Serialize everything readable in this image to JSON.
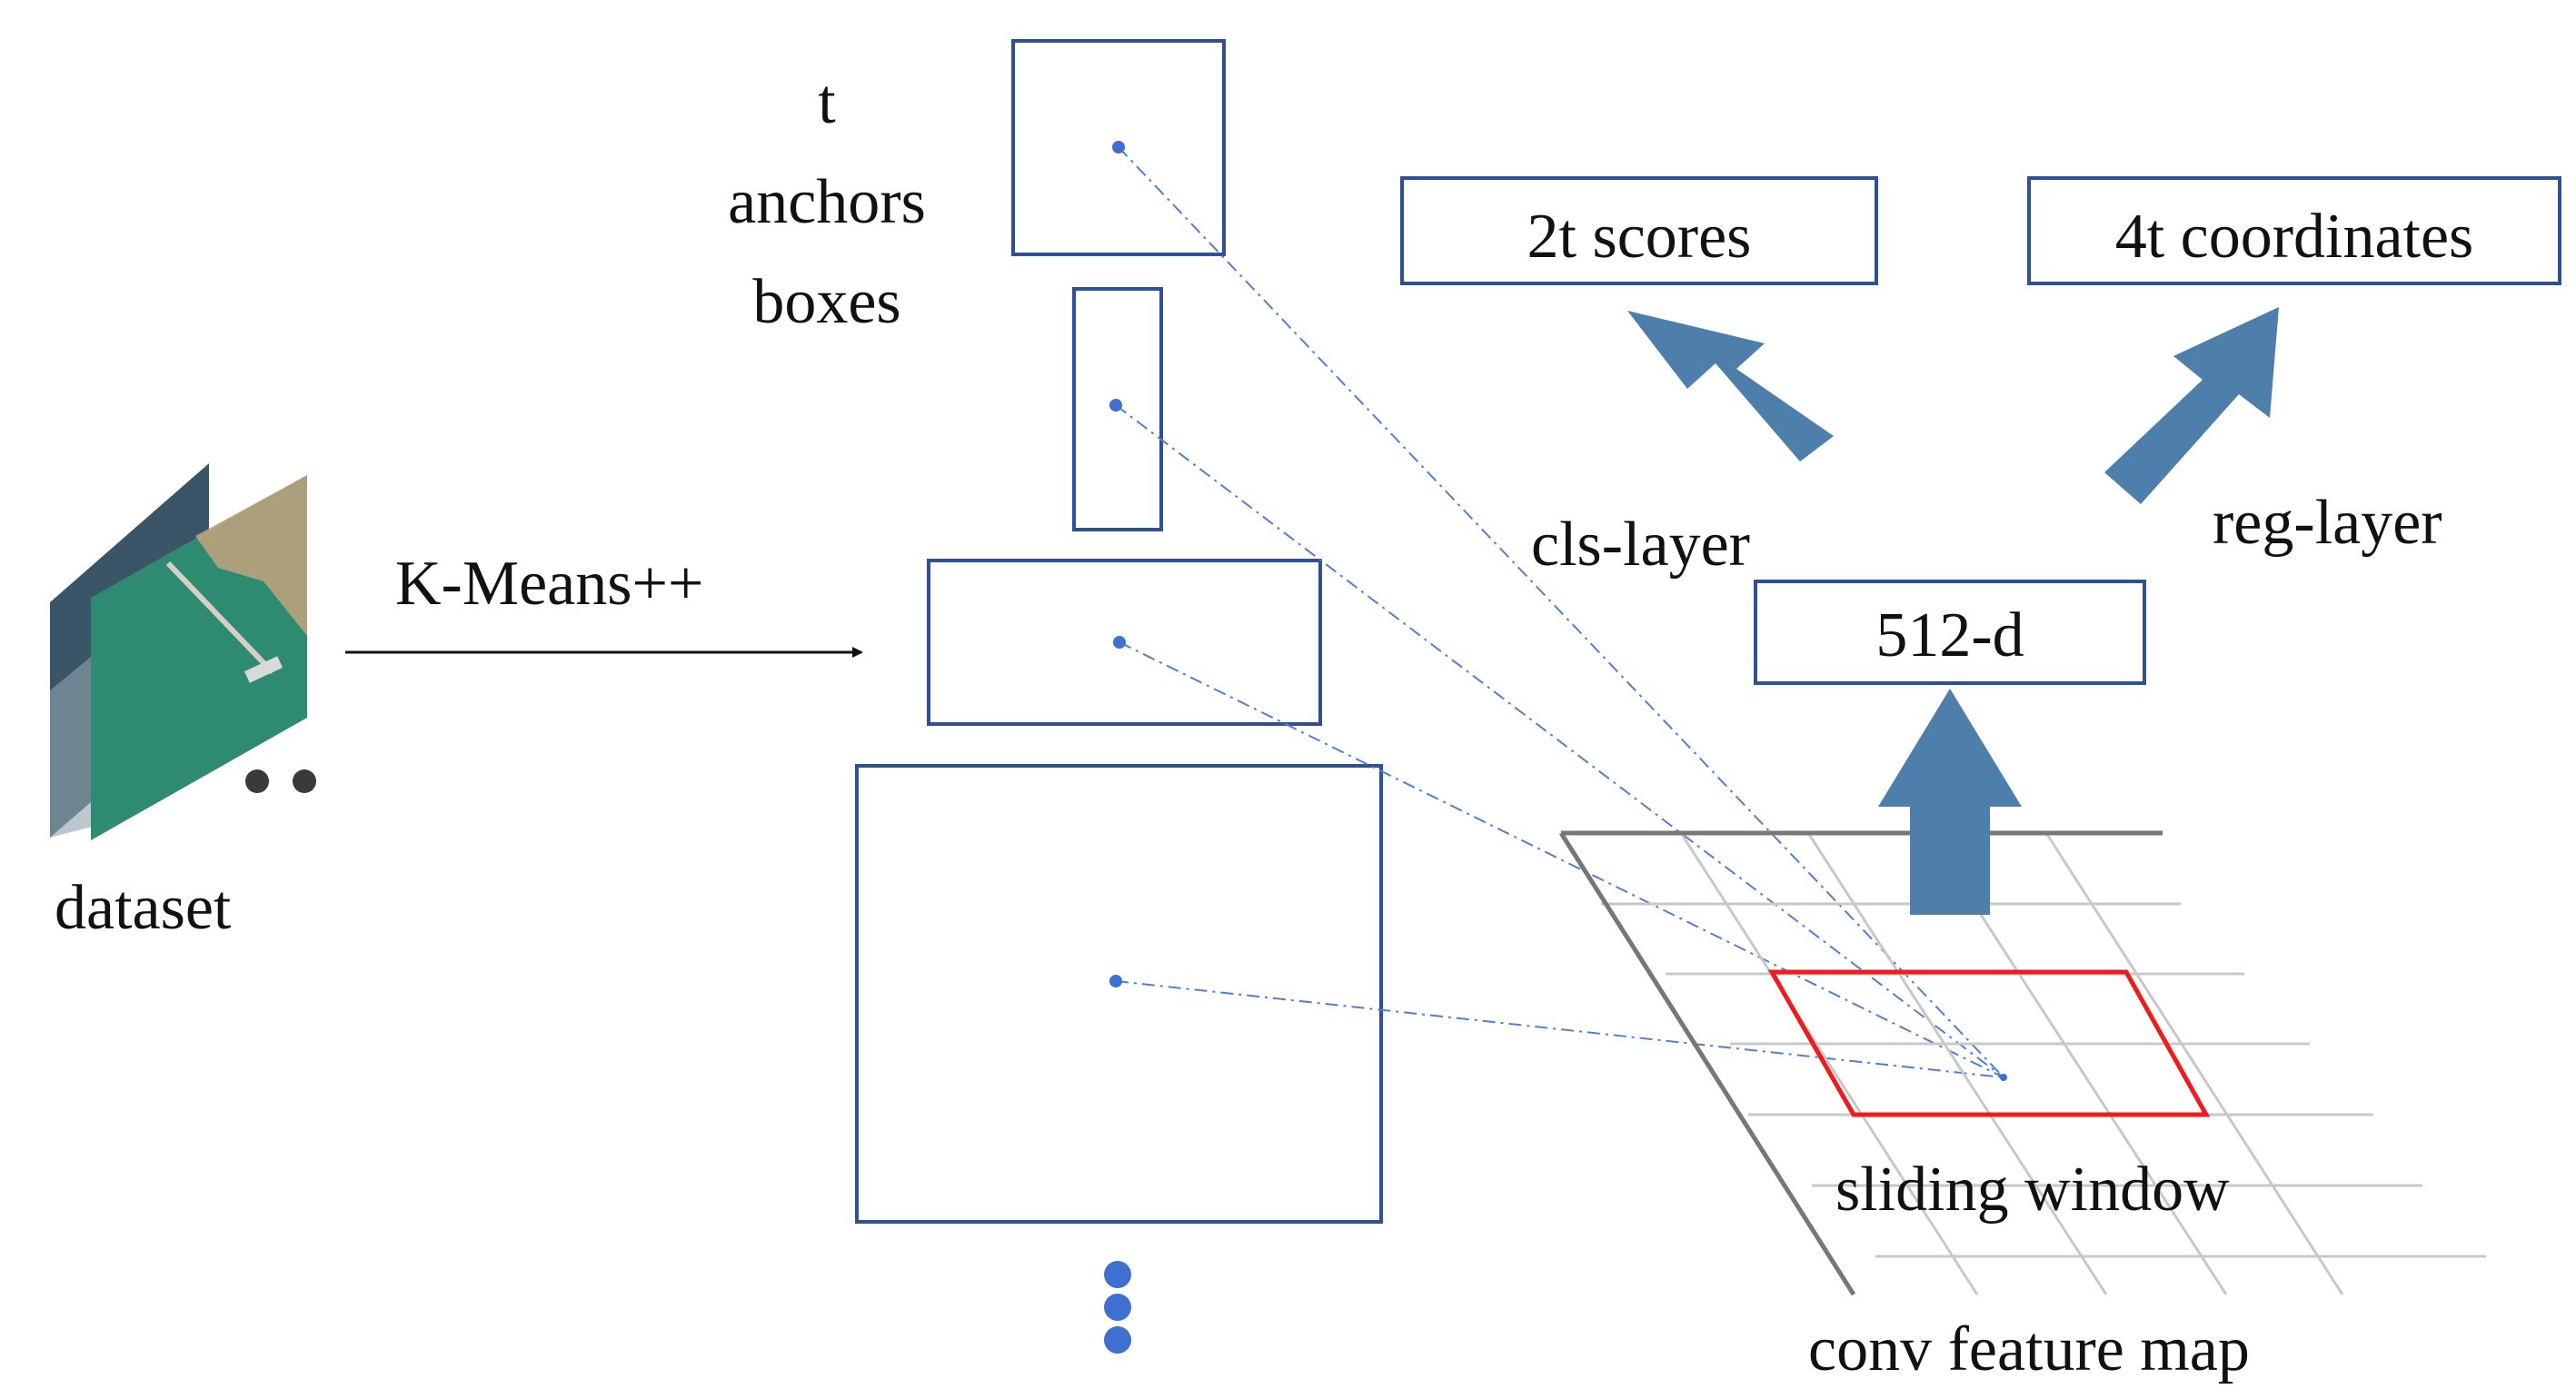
{
  "colors": {
    "box_stroke": "#2f4f96",
    "arrow_fill": "#4e7fab",
    "dash_line": "#4f7fd2",
    "center_dot": "#3f6fd0",
    "window_stroke": "#ee1c1c",
    "grid_light": "#c8c8c8",
    "grid_dark": "#777777",
    "dataset_water": "#2f8a72",
    "dataset_back": "#3a5566"
  },
  "labels": {
    "anchors_line1": "t",
    "anchors_line2": "anchors",
    "anchors_line3": "boxes",
    "kmeans": "K-Means++",
    "dataset": "dataset",
    "scores": "2t scores",
    "coordinates": "4t coordinates",
    "cls_layer": "cls-layer",
    "reg_layer": "reg-layer",
    "feature_512": "512-d",
    "sliding_window": "sliding window",
    "conv_feature_map": "conv feature map"
  },
  "icons": {
    "dataset": "stacked-satellite-images-icon",
    "more_images": "ellipsis-dots-icon",
    "more_anchors": "vertical-ellipsis-icon"
  }
}
